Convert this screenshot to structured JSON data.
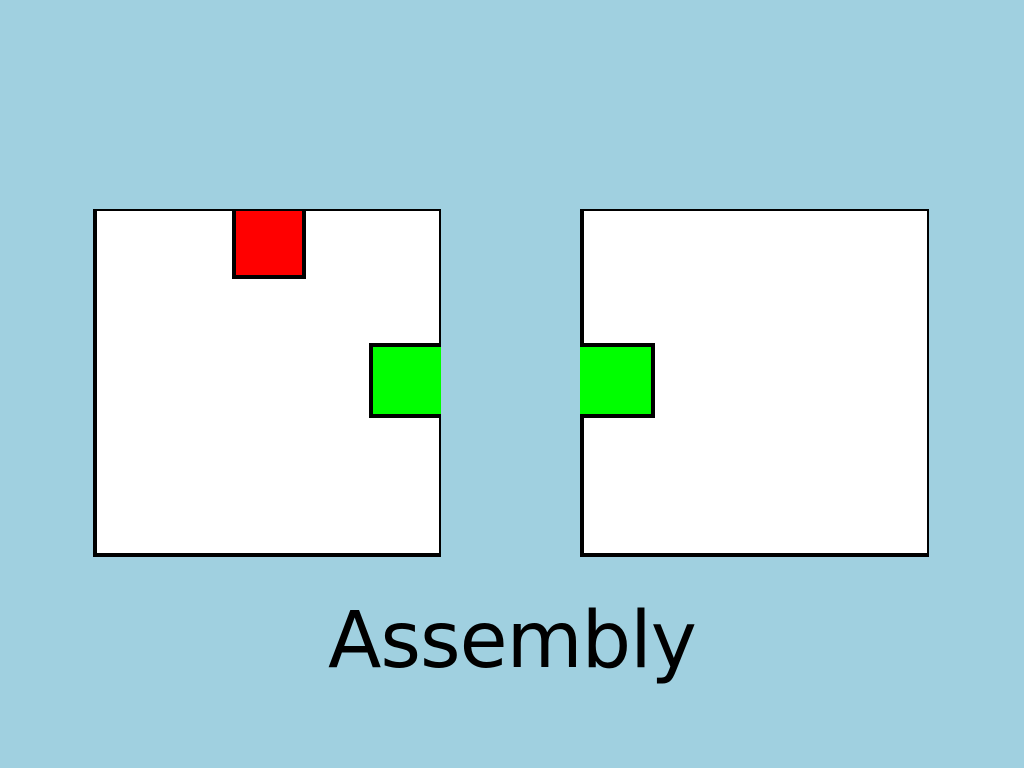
{
  "slide": {
    "caption": "Assembly"
  },
  "colors": {
    "background": "#a0d0e0",
    "panel_fill": "#ffffff",
    "outline": "#000000",
    "red_block": "#ff0000",
    "green_block": "#00ff00"
  },
  "diagram": {
    "panels": [
      {
        "name": "left-panel",
        "blocks": [
          {
            "name": "red-block",
            "color": "red",
            "edge": "top"
          },
          {
            "name": "green-block",
            "color": "green",
            "edge": "right"
          }
        ]
      },
      {
        "name": "right-panel",
        "blocks": [
          {
            "name": "green-block",
            "color": "green",
            "edge": "left"
          }
        ]
      }
    ]
  }
}
